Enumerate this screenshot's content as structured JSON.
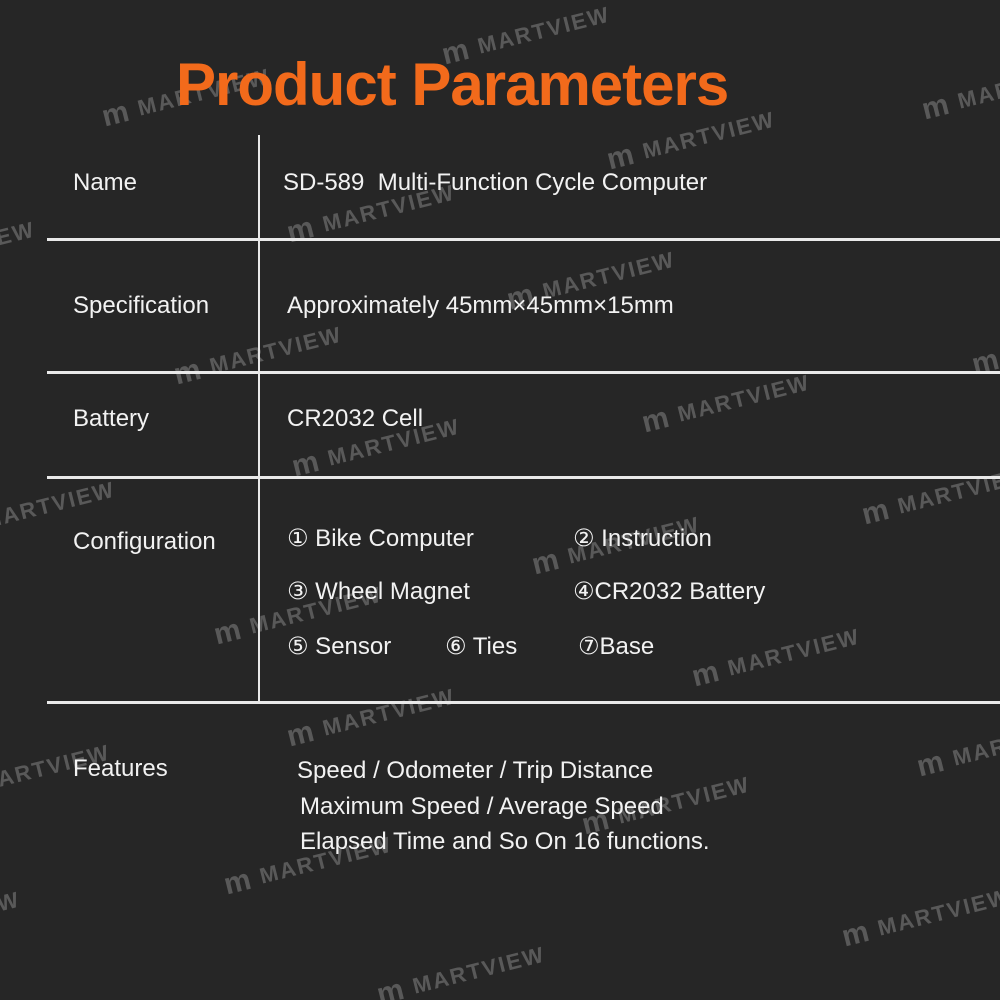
{
  "title": "Product Parameters",
  "accent_color": "#F26A1B",
  "watermark": {
    "logo": "m",
    "text": "MARTVIEW"
  },
  "table": {
    "rows": [
      {
        "label": "Name",
        "value": "SD-589  Multi-Function Cycle Computer"
      },
      {
        "label": "Specification",
        "value": "Approximately 45mm×45mm×15mm"
      },
      {
        "label": "Battery",
        "value": "CR2032 Cell"
      },
      {
        "label": "Configuration",
        "items": [
          "① Bike Computer",
          "② Instruction",
          "③ Wheel Magnet",
          "④CR2032 Battery",
          "⑤ Sensor",
          "⑥ Ties",
          "⑦Base"
        ]
      },
      {
        "label": "Features",
        "lines": [
          "Speed / Odometer / Trip Distance",
          "Maximum Speed / Average Speed",
          "Elapsed Time and So On 16 functions."
        ]
      }
    ]
  }
}
